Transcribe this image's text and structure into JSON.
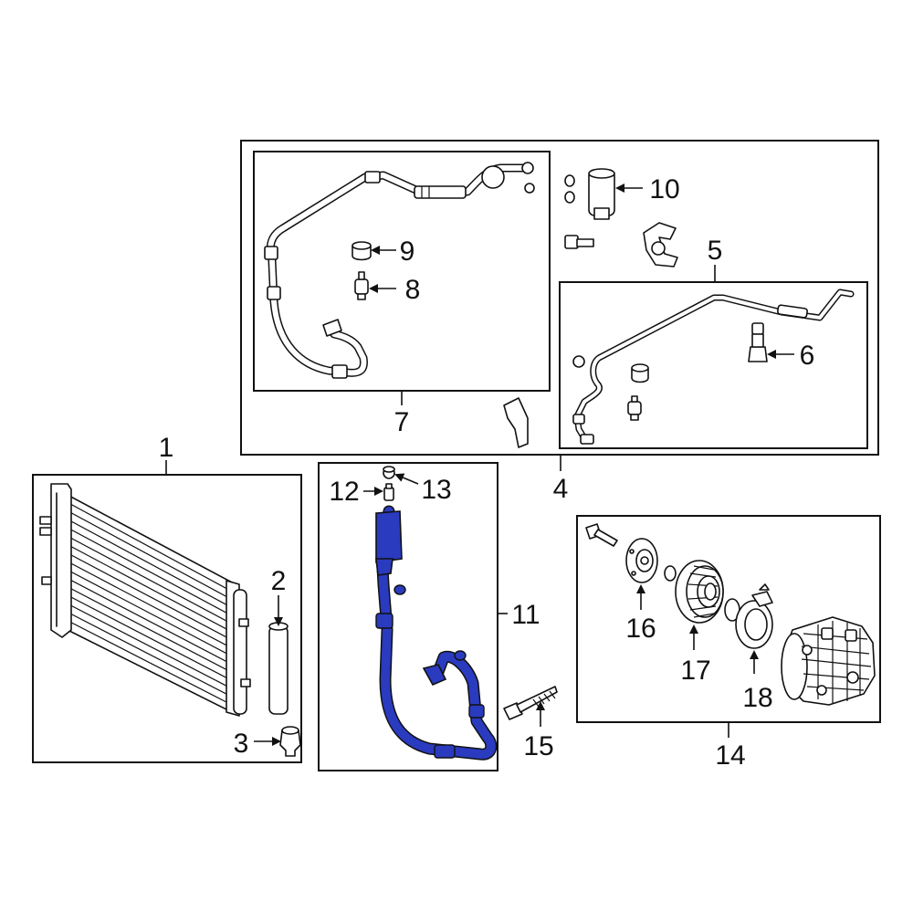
{
  "diagram": {
    "highlight_color": "#2a3bbf",
    "line_color": "#111111",
    "background": "#ffffff",
    "callouts": {
      "c1": "1",
      "c2": "2",
      "c3": "3",
      "c4": "4",
      "c5": "5",
      "c6": "6",
      "c7": "7",
      "c8": "8",
      "c9": "9",
      "c10": "10",
      "c11": "11",
      "c12": "12",
      "c13": "13",
      "c14": "14",
      "c15": "15",
      "c16": "16",
      "c17": "17",
      "c18": "18"
    },
    "parts": {
      "condenser": "condenser-icon",
      "drier": "receiver-drier-icon",
      "drier_cap": "drier-plug-icon",
      "hose_assembly": "ac-line-assembly-icon",
      "valve": "pressure-switch-icon",
      "cap": "service-valve-cap-icon",
      "expansion_valve": "expansion-valve-icon",
      "discharge_hose": "discharge-hose-icon",
      "bolt": "bolt-icon",
      "compressor": "compressor-icon",
      "clutch_hub": "clutch-hub-icon",
      "pulley": "pulley-icon",
      "field_coil": "field-coil-icon"
    }
  }
}
